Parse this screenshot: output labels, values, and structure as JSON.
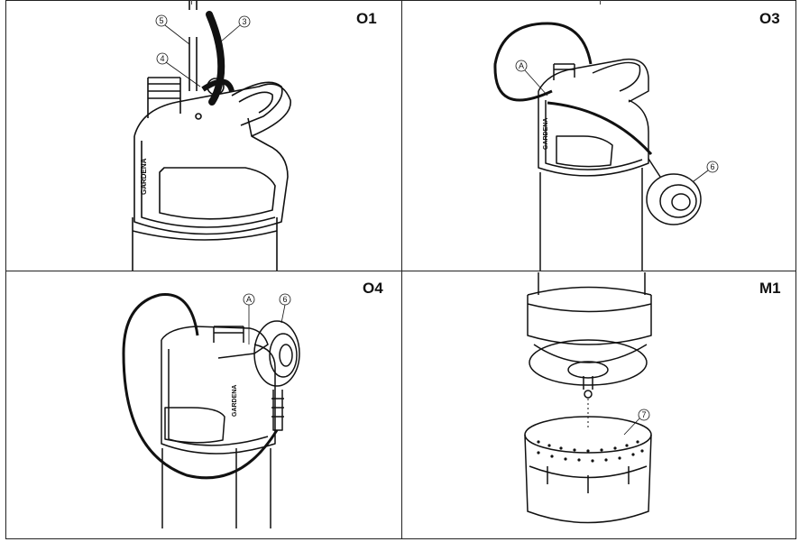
{
  "panels": [
    {
      "label": "O1",
      "callouts": [
        "5",
        "3",
        "4"
      ]
    },
    {
      "label": "O3",
      "callouts": [
        "A",
        "6"
      ]
    },
    {
      "label": "O4",
      "callouts": [
        "A",
        "6"
      ]
    },
    {
      "label": "M1",
      "callouts": [
        "7"
      ]
    }
  ]
}
